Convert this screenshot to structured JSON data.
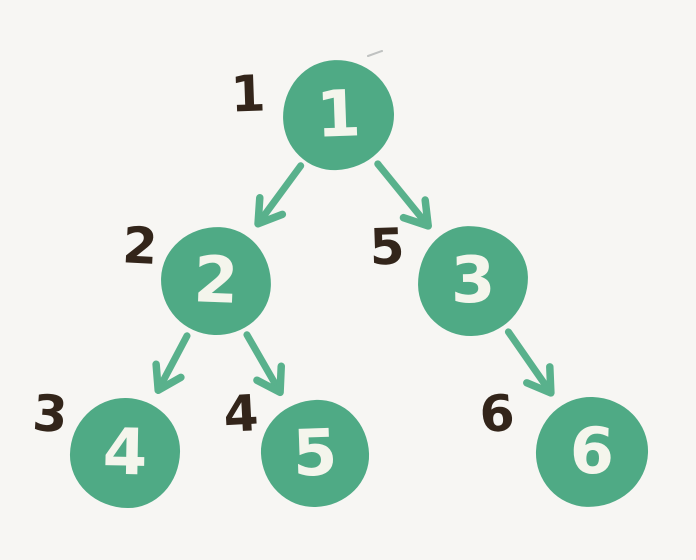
{
  "diagram": {
    "type": "binary-tree",
    "nodes": [
      {
        "id": "1",
        "value": "1",
        "annotation": "1"
      },
      {
        "id": "2",
        "value": "2",
        "annotation": "2"
      },
      {
        "id": "3",
        "value": "3",
        "annotation": "5"
      },
      {
        "id": "4",
        "value": "4",
        "annotation": "3"
      },
      {
        "id": "5",
        "value": "5",
        "annotation": "4"
      },
      {
        "id": "6",
        "value": "6",
        "annotation": "6"
      }
    ],
    "edges": [
      {
        "from": "1",
        "to": "2"
      },
      {
        "from": "1",
        "to": "3"
      },
      {
        "from": "2",
        "to": "4"
      },
      {
        "from": "2",
        "to": "5"
      },
      {
        "from": "3",
        "to": "6"
      }
    ],
    "colors": {
      "node_fill": "#4faa85",
      "node_text": "#f4f5ec",
      "annotation_text": "#33251a",
      "arrow": "#53af88",
      "background": "#f7f6f3"
    }
  }
}
